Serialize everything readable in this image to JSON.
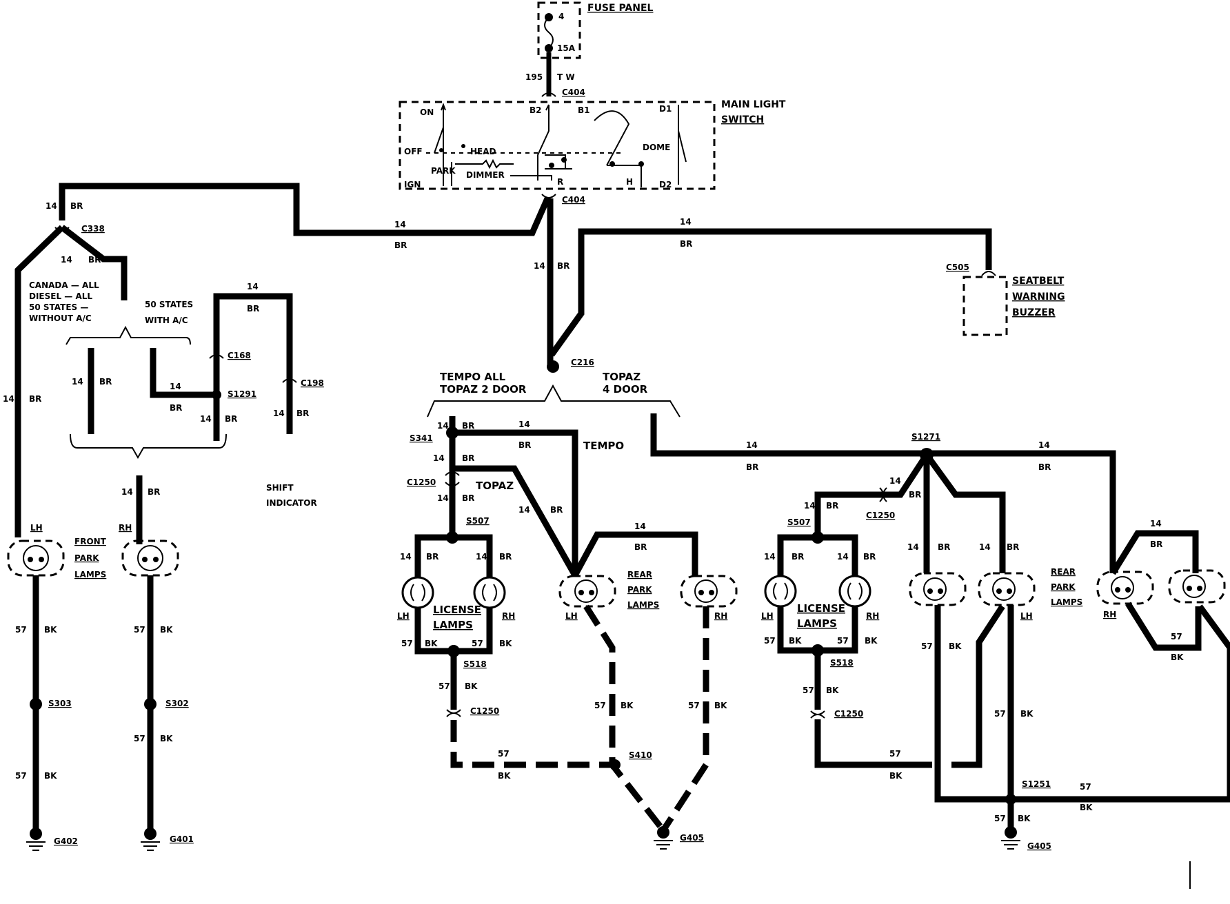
{
  "components": {
    "fuse_panel": "FUSE PANEL",
    "fuse_number": "4",
    "fuse_rating": "15A",
    "main_light_switch": [
      "MAIN LIGHT",
      "SWITCH"
    ],
    "switch_positions": {
      "on": "ON",
      "off": "OFF",
      "park": "PARK",
      "ign": "IGN",
      "head": "HEAD",
      "dimmer": "DIMMER",
      "dome": "DOME",
      "b2": "B2",
      "b1": "B1",
      "d1": "D1",
      "d2": "D2",
      "r": "R",
      "h": "H"
    },
    "seatbelt_buzzer": [
      "SEATBELT",
      "WARNING",
      "BUZZER"
    ],
    "front_park_lamps": [
      "FRONT",
      "PARK",
      "LAMPS"
    ],
    "rear_park_lamps": [
      "REAR",
      "PARK",
      "LAMPS"
    ],
    "license_lamps": [
      "LICENSE",
      "LAMPS"
    ],
    "shift_indicator": [
      "SHIFT",
      "INDICATOR"
    ]
  },
  "variants": {
    "canada": [
      "CANADA — ALL",
      "DIESEL — ALL",
      "50 STATES —",
      "WITHOUT A/C"
    ],
    "states_ac": [
      "50 STATES",
      "WITH A/C"
    ],
    "tempo_topaz2": [
      "TEMPO ALL",
      "TOPAZ 2 DOOR"
    ],
    "topaz4": [
      "TOPAZ",
      "4 DOOR"
    ],
    "tempo": "TEMPO",
    "topaz": "TOPAZ"
  },
  "connectors": {
    "c404": "C404",
    "c338": "C338",
    "c505": "C505",
    "c168": "C168",
    "c198": "C198",
    "c216": "C216",
    "c1250": "C1250"
  },
  "splices": {
    "s1291": "S1291",
    "s341": "S341",
    "s507": "S507",
    "s518": "S518",
    "s410": "S410",
    "s1271": "S1271",
    "s1251": "S1251",
    "s303": "S303",
    "s302": "S302"
  },
  "grounds": {
    "g402": "G402",
    "g401": "G401",
    "g405": "G405"
  },
  "sides": {
    "lh": "LH",
    "rh": "RH"
  },
  "wires": {
    "w195": "195",
    "tw": "T W",
    "w14": "14",
    "br": "BR",
    "w57": "57",
    "bk": "BK"
  }
}
